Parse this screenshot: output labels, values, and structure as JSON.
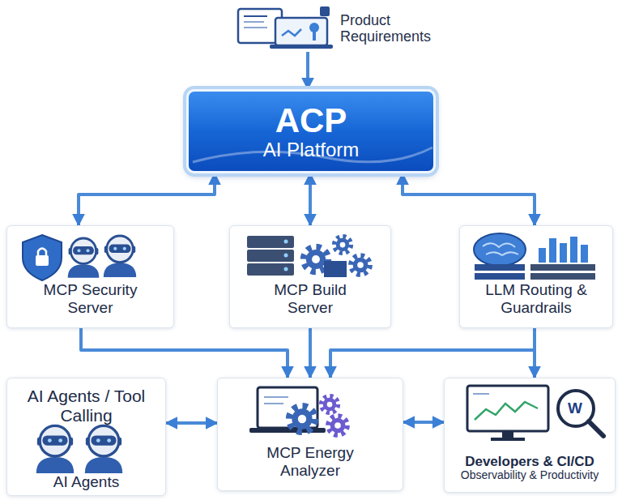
{
  "diagram": {
    "nodes": [
      {
        "text": [
          "Product Requirements"
        ]
      },
      {
        "text": [
          "ACP",
          "AI Platform"
        ]
      },
      {
        "text": [
          "MCP Security Server"
        ]
      },
      {
        "text": [
          "MCP Build Server"
        ]
      },
      {
        "text": [
          "LLM Routing & Guardrails"
        ]
      },
      {
        "text": [
          "AI Agents / Tool Calling",
          "AI Agents"
        ]
      },
      {
        "text": [
          "MCP Energy Analyzer"
        ]
      },
      {
        "text": [
          "Developers & CI/CD",
          "Observability & Productivity"
        ]
      }
    ],
    "edges": [
      {
        "from": 0,
        "to": 1,
        "arrow": "to"
      },
      {
        "from": 1,
        "to": 2,
        "arrow": "both"
      },
      {
        "from": 1,
        "to": 3,
        "arrow": "both"
      },
      {
        "from": 1,
        "to": 4,
        "arrow": "both"
      },
      {
        "from": 2,
        "to": 6,
        "arrow": "to"
      },
      {
        "from": 3,
        "to": 6,
        "arrow": "to"
      },
      {
        "from": 4,
        "to": 6,
        "arrow": "to"
      },
      {
        "from": 4,
        "to": 7,
        "arrow": "to"
      },
      {
        "from": 5,
        "to": 6,
        "arrow": "both"
      },
      {
        "from": 6,
        "to": 7,
        "arrow": "both"
      }
    ],
    "labels": [
      "W"
    ]
  }
}
